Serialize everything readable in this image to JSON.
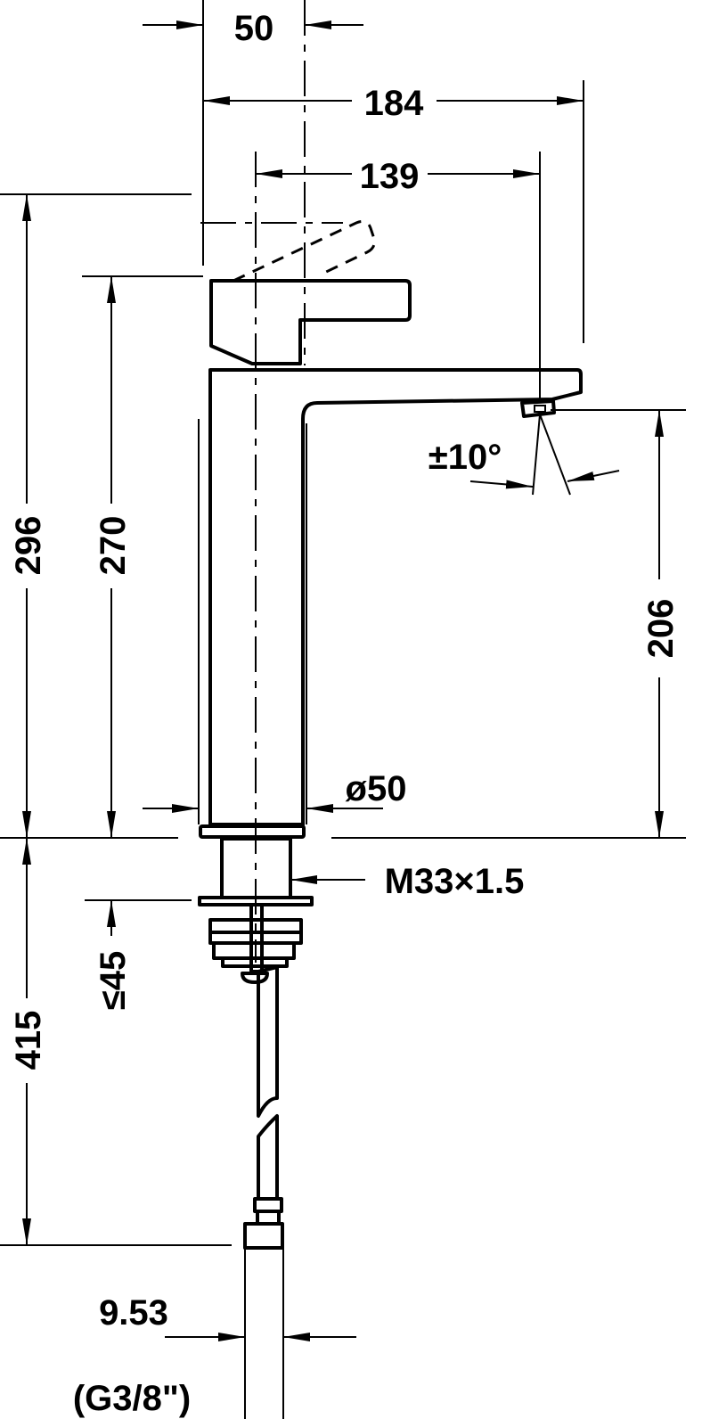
{
  "dimensions": {
    "handle_width": "50",
    "overall_depth": "184",
    "spout_reach": "139",
    "total_height": "296",
    "body_height": "270",
    "spout_height": "206",
    "swivel_angle": "±10°",
    "body_diameter": "ø50",
    "thread": "M33×1.5",
    "max_counter_thickness": "≤45",
    "hose_length": "415",
    "hose_connection": "9.53",
    "hose_thread": "(G3/8\")"
  }
}
